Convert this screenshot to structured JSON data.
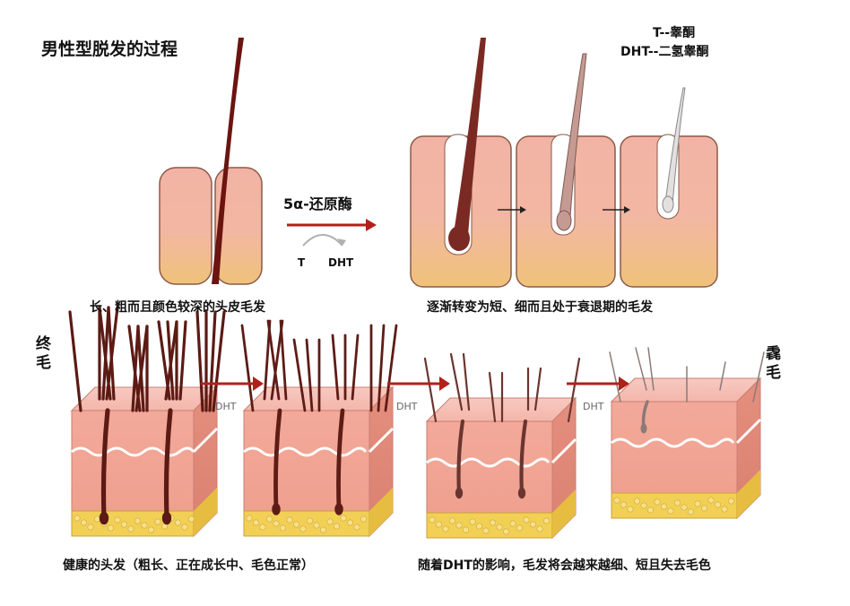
{
  "title": "男性型脱发的过程",
  "legend": {
    "t": "T--睾酮",
    "dht": "DHT--二氢睾酮"
  },
  "top": {
    "enzyme": "5α-还原酶",
    "from": "T",
    "to": "DHT",
    "left_caption": "长、粗而且颜色较深的头皮毛发",
    "right_caption": "逐渐转变为短、细而且处于衰退期的毛发"
  },
  "bottom": {
    "terminal_label": "终\n毛",
    "vellus_label": "毳\n毛",
    "arrow_labels": [
      "DHT",
      "DHT",
      "DHT"
    ],
    "left_caption": "健康的头发（粗长、正在成长中、毛色正常）",
    "right_caption": "随着DHT的影响，毛发将会越来越细、短且失去毛色"
  },
  "colors": {
    "skin": "#f0b0a0",
    "fat": "#f0d05a",
    "hair": "#6b1410",
    "arrow": "#b3201a"
  }
}
